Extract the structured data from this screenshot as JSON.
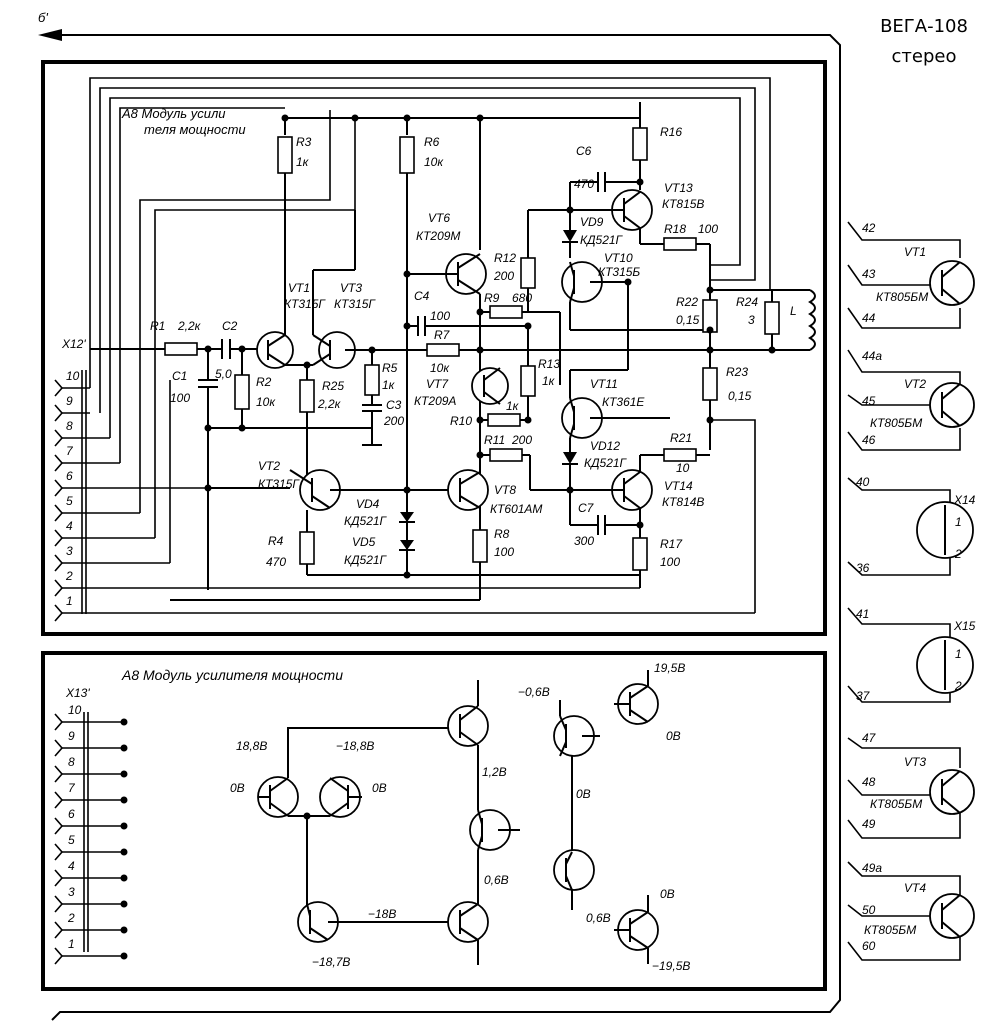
{
  "title": "ВЕГА-108",
  "subtitle": "стерео",
  "bus_label": "б'",
  "module_top": {
    "label_line1": "А8 Модуль усили",
    "label_line2": "теля мощности",
    "connector": "X12'",
    "pins": [
      "10",
      "9",
      "8",
      "7",
      "6",
      "5",
      "4",
      "3",
      "2",
      "1"
    ]
  },
  "module_bottom": {
    "label": "А8 Модуль усилителя мощности",
    "connector": "X13'",
    "pins": [
      "10",
      "9",
      "8",
      "7",
      "6",
      "5",
      "4",
      "3",
      "2",
      "1"
    ]
  },
  "components": {
    "R1": "R1",
    "R1v": "2,2к",
    "C2": "C2",
    "C2v": "5,0",
    "C1": "C1",
    "C1v": "100",
    "R2": "R2",
    "R2v": "10к",
    "R3": "R3",
    "R3v": "1к",
    "R6": "R6",
    "R6v": "10к",
    "VT1": "VT1",
    "VT1t": "КТ315Г",
    "VT3": "VT3",
    "VT3t": "КТ315Г",
    "R25": "R25",
    "R25v": "2,2к",
    "R5": "R5",
    "R5v": "1к",
    "C3": "C3",
    "C3v": "200",
    "C4": "C4",
    "C4v": "100",
    "VT6": "VT6",
    "VT6t": "КТ209М",
    "R12": "R12",
    "R12v": "200",
    "R9": "R9",
    "R9v": "680",
    "R7": "R7",
    "R7v": "10к",
    "VT7": "VT7",
    "VT7t": "КТ209А",
    "R13": "R13",
    "R13v": "1к",
    "R10": "R10",
    "R10v": "1к",
    "R11": "R11",
    "R11v": "200",
    "VT2": "VT2",
    "VT2t": "КТ315Г",
    "R4": "R4",
    "R4v": "470",
    "VD4": "VD4",
    "VD4t": "КД521Г",
    "VD5": "VD5",
    "VD5t": "КД521Г",
    "VT8": "VT8",
    "VT8t": "КТ601АМ",
    "R8": "R8",
    "R8v": "100",
    "C6": "C6",
    "C6v": "470",
    "R16": "R16",
    "VT13": "VT13",
    "VT13t": "КТ815В",
    "VD9": "VD9",
    "VD9t": "КД521Г",
    "R18": "R18",
    "R18v": "100",
    "VT10": "VT10",
    "VT10t": "КТ315Б",
    "R22": "R22",
    "R22v": "0,15",
    "R24": "R24",
    "R24v": "3",
    "L": "L",
    "R23": "R23",
    "R23v": "0,15",
    "VT11": "VT11",
    "VT11t": "КТ361Е",
    "VD12": "VD12",
    "VD12t": "КД521Г",
    "R21": "R21",
    "R21v": "10",
    "VT14": "VT14",
    "VT14t": "КТ814В",
    "C7": "C7",
    "C7v": "300",
    "R17": "R17",
    "R17v": "100"
  },
  "right_side": {
    "VT1": {
      "name": "VT1",
      "type": "КТ805БМ",
      "pins": [
        "42",
        "43",
        "44"
      ]
    },
    "VT2": {
      "name": "VT2",
      "type": "КТ805БМ",
      "pins": [
        "44а",
        "45",
        "46"
      ]
    },
    "X14": {
      "name": "X14",
      "pins": [
        "40",
        "36"
      ],
      "contacts": [
        "1",
        "2"
      ]
    },
    "X15": {
      "name": "X15",
      "pins": [
        "41",
        "37"
      ],
      "contacts": [
        "1",
        "2"
      ]
    },
    "VT3": {
      "name": "VT3",
      "type": "КТ805БМ",
      "pins": [
        "47",
        "48",
        "49"
      ]
    },
    "VT4": {
      "name": "VT4",
      "type": "КТ805БМ",
      "pins": [
        "49а",
        "50",
        "60"
      ]
    }
  },
  "voltages": {
    "v1": "18,8В",
    "v2": "0В",
    "v3": "−18,8В",
    "v4": "0В",
    "v5": "1,2В",
    "v6": "0,6В",
    "v7": "−18В",
    "v8": "−18,7В",
    "v9": "−0,6В",
    "v10": "19,5В",
    "v11": "0В",
    "v12": "0В",
    "v13": "0В",
    "v14": "0,6В",
    "v15": "−19,5В"
  }
}
